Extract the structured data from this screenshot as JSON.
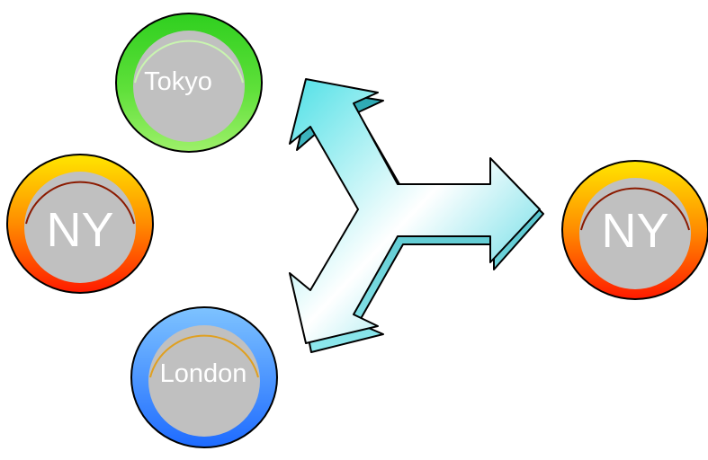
{
  "nodes": {
    "tokyo": {
      "label": "Tokyo",
      "colors": [
        "#2fcf1f",
        "#9ef06a"
      ]
    },
    "ny_left": {
      "label": "NY",
      "colors": [
        "#ffe600",
        "#ff8c00",
        "#ff1a00"
      ]
    },
    "london": {
      "label": "London",
      "colors": [
        "#7ec3ff",
        "#1e6bff"
      ]
    },
    "ny_right": {
      "label": "NY",
      "colors": [
        "#ffe600",
        "#ff8c00",
        "#ff1a00"
      ]
    }
  },
  "inner_fill": "#c0c0c0",
  "arrow": {
    "icon": "three-way-merge-arrow-icon",
    "colors": [
      "#4fe0e6",
      "#ffffff",
      "#3fd3df"
    ]
  }
}
